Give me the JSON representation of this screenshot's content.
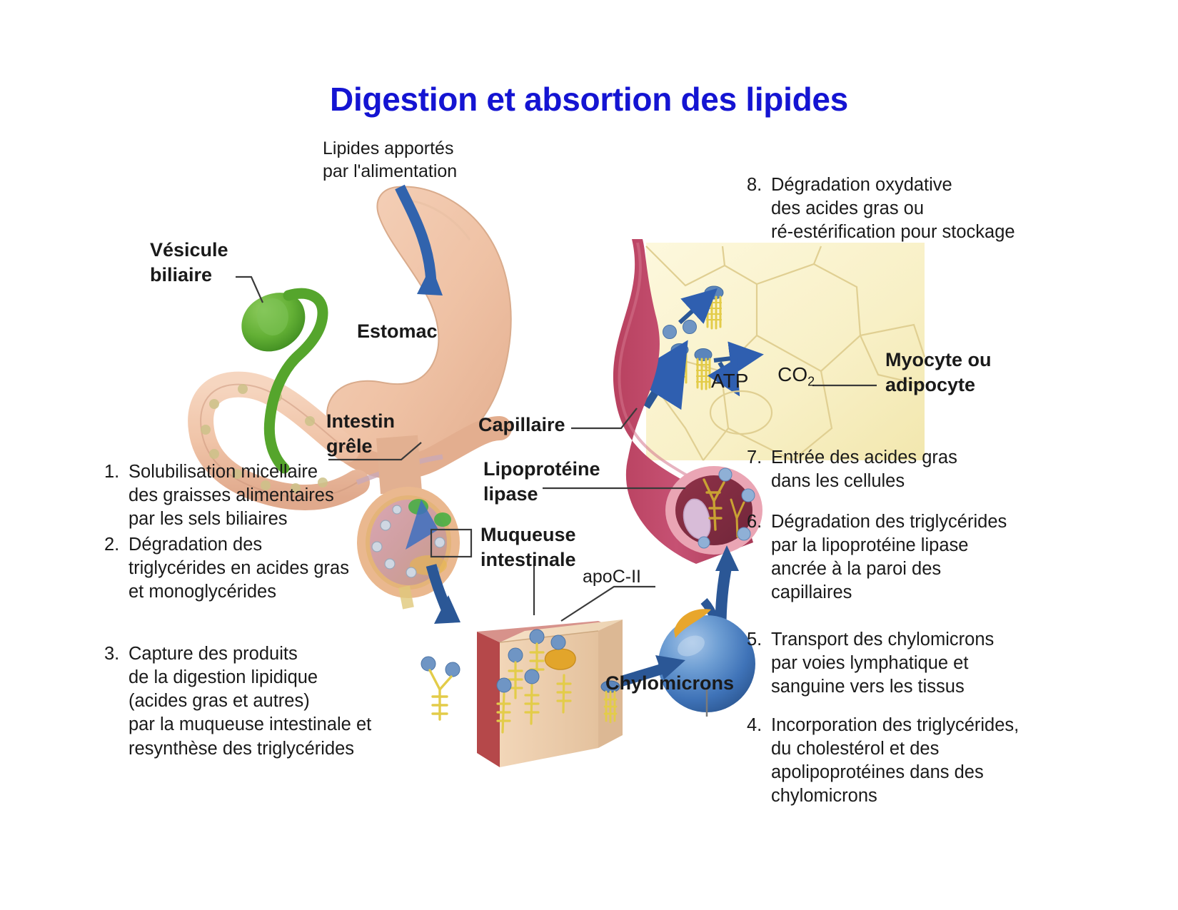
{
  "title": "Digestion et absortion des lipides",
  "labels": {
    "intake": "Lipides apportés\npar l'alimentation",
    "gallbladder": "Vésicule\nbiliaire",
    "stomach": "Estomac",
    "small_intestine": "Intestin\ngrêle",
    "capillary": "Capillaire",
    "lipoprotein_lipase": "Lipoprotéine\nlipase",
    "intestinal_mucosa": "Muqueuse\nintestinale",
    "apoc2": "apoC-II",
    "chylomicrons": "Chylomicrons",
    "myocyte_adipocyte": "Myocyte ou\nadipocyte",
    "co2": "CO2",
    "co2_main": "CO",
    "co2_sub": "2",
    "atp": "ATP"
  },
  "steps_left": [
    {
      "num": "1.",
      "text": "Solubilisation micellaire\ndes graisses alimentaires\npar les sels biliaires"
    },
    {
      "num": "2.",
      "text": "Dégradation des\ntriglycérides en acides gras\net monoglycérides"
    },
    {
      "num": "3.",
      "text": "Capture des produits\nde la digestion lipidique\n(acides gras et autres)\npar la muqueuse intestinale et\nresynthèse des triglycérides"
    }
  ],
  "steps_right": [
    {
      "num": "8.",
      "text": "Dégradation oxydative\ndes acides gras ou\nré-estérification pour stockage"
    },
    {
      "num": "7.",
      "text": "Entrée des acides gras\ndans les cellules"
    },
    {
      "num": "6.",
      "text": "Dégradation des triglycérides\npar la lipoprotéine lipase\nancrée à la paroi des\ncapillaires"
    },
    {
      "num": "5.",
      "text": "Transport des chylomicrons\npar voies lymphatique et\nsanguine vers les tissus"
    },
    {
      "num": "4.",
      "text": "Incorporation des triglycérides,\ndu cholestérol et des\napolipoprotéines dans des\nchylomicrons"
    }
  ],
  "colors": {
    "title": "#1414d2",
    "text": "#1a1a1a",
    "arrow_blue": "#2f5fb0",
    "stomach_peach": "#f0c3a6",
    "gallbladder_green": "#5aa832",
    "capillary_red": "#c04a68",
    "chylomicron_blue": "#4a7fc1",
    "apoc2_gold": "#e8a62c",
    "adipocyte_cream": "#f7efc8",
    "mucosa_red": "#b5484a",
    "fatty_acid_yellow": "#e8d24a",
    "fatty_acid_head": "#6f95c4"
  }
}
